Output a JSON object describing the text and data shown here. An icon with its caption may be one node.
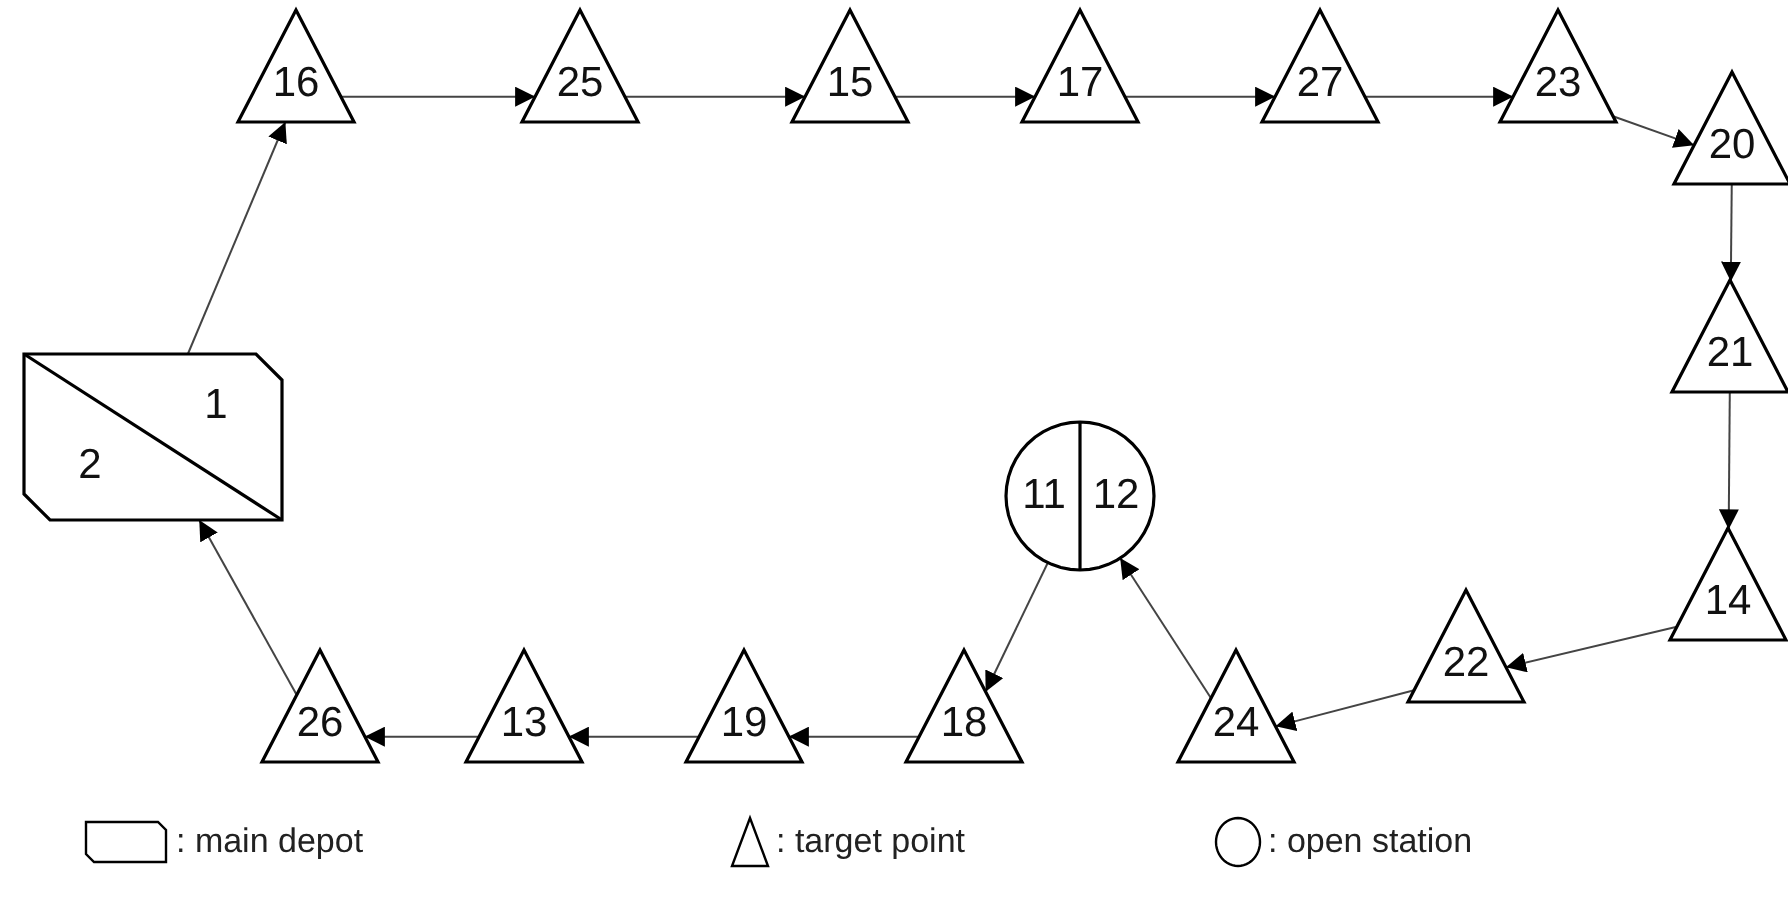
{
  "diagram": {
    "nodes": [
      {
        "text": [
          "1",
          "2"
        ]
      },
      {
        "text": [
          "16"
        ]
      },
      {
        "text": [
          "25"
        ]
      },
      {
        "text": [
          "15"
        ]
      },
      {
        "text": [
          "17"
        ]
      },
      {
        "text": [
          "27"
        ]
      },
      {
        "text": [
          "23"
        ]
      },
      {
        "text": [
          "20"
        ]
      },
      {
        "text": [
          "21"
        ]
      },
      {
        "text": [
          "14"
        ]
      },
      {
        "text": [
          "22"
        ]
      },
      {
        "text": [
          "24"
        ]
      },
      {
        "text": [
          "11",
          "12"
        ]
      },
      {
        "text": [
          "18"
        ]
      },
      {
        "text": [
          "19"
        ]
      },
      {
        "text": [
          "13"
        ]
      },
      {
        "text": [
          "26"
        ]
      }
    ],
    "edges": [
      {
        "from": 0,
        "to": 1,
        "arrow": "to"
      },
      {
        "from": 1,
        "to": 2,
        "arrow": "to"
      },
      {
        "from": 2,
        "to": 3,
        "arrow": "to"
      },
      {
        "from": 3,
        "to": 4,
        "arrow": "to"
      },
      {
        "from": 4,
        "to": 5,
        "arrow": "to"
      },
      {
        "from": 5,
        "to": 6,
        "arrow": "to"
      },
      {
        "from": 6,
        "to": 7,
        "arrow": "to"
      },
      {
        "from": 7,
        "to": 8,
        "arrow": "to"
      },
      {
        "from": 8,
        "to": 9,
        "arrow": "to"
      },
      {
        "from": 9,
        "to": 10,
        "arrow": "to"
      },
      {
        "from": 10,
        "to": 11,
        "arrow": "to"
      },
      {
        "from": 11,
        "to": 12,
        "arrow": "to"
      },
      {
        "from": 12,
        "to": 13,
        "arrow": "to"
      },
      {
        "from": 13,
        "to": 14,
        "arrow": "to"
      },
      {
        "from": 14,
        "to": 15,
        "arrow": "to"
      },
      {
        "from": 15,
        "to": 16,
        "arrow": "to"
      },
      {
        "from": 16,
        "to": 0,
        "arrow": "to"
      }
    ],
    "legend": [
      {
        "text": ": main depot"
      },
      {
        "text": ": target point"
      },
      {
        "text": ": open station"
      }
    ]
  }
}
